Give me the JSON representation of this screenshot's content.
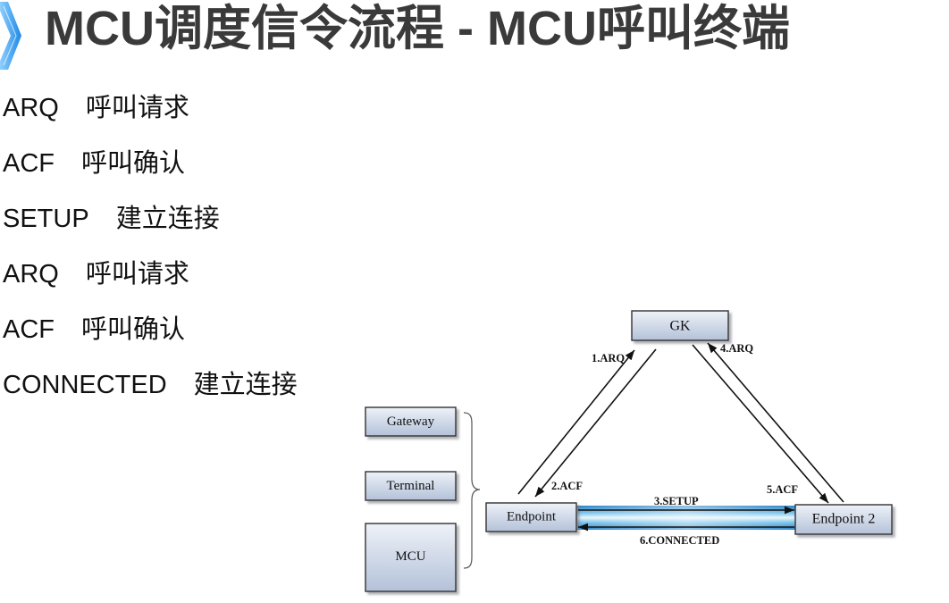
{
  "slide": {
    "title": "MCU调度信令流程 - MCU呼叫终端",
    "steps": [
      {
        "code": "ARQ",
        "desc": "呼叫请求"
      },
      {
        "code": "ACF",
        "desc": "呼叫确认"
      },
      {
        "code": "SETUP",
        "desc": "建立连接"
      },
      {
        "code": "ARQ",
        "desc": "呼叫请求"
      },
      {
        "code": "ACF",
        "desc": "呼叫确认"
      },
      {
        "code": "CONNECTED",
        "desc": "建立连接"
      }
    ]
  },
  "diagram": {
    "nodes": {
      "gk": "GK",
      "gateway": "Gateway",
      "terminal": "Terminal",
      "mcu": "MCU",
      "endpoint": "Endpoint",
      "endpoint2": "Endpoint 2"
    },
    "messages": {
      "arq1": "1.ARQ",
      "acf2": "2.ACF",
      "setup3": "3.SETUP",
      "arq4": "4.ARQ",
      "acf5": "5.ACF",
      "connected6": "6.CONNECTED"
    }
  },
  "icons": {
    "title_marker": "chevron-right-icon"
  },
  "colors": {
    "title_text": "#3a3a3a",
    "accent_blue": "#1e88e5",
    "connection_band": "#2b83c6",
    "box_border": "#333333"
  }
}
